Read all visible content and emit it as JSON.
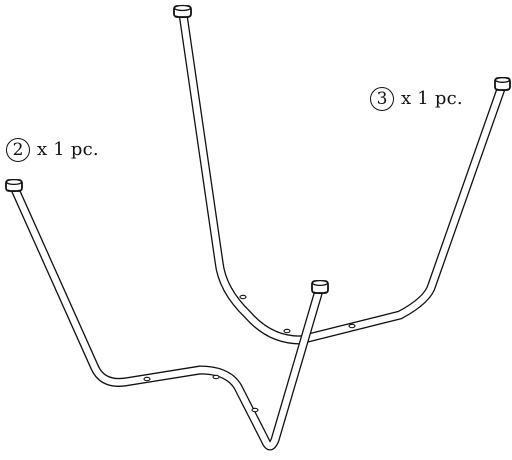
{
  "parts": [
    {
      "number": "2",
      "quantity_text": "x 1 pc."
    },
    {
      "number": "3",
      "quantity_text": "x 1 pc."
    }
  ],
  "colors": {
    "line": "#111111",
    "background": "#ffffff"
  }
}
